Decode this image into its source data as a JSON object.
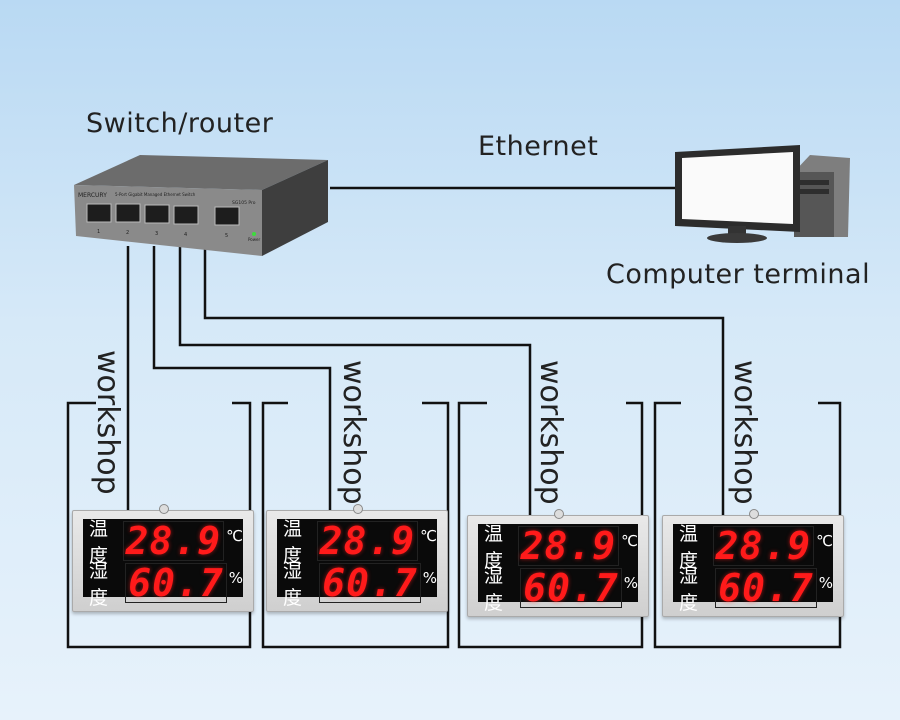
{
  "labels": {
    "switch": "Switch/router",
    "ethernet": "Ethernet",
    "computer": "Computer terminal"
  },
  "switch": {
    "brand": "MERCURY",
    "model": "SG105 Pro",
    "subtitle": "5-Port Gigabit Managed Ethernet Switch",
    "port_labels": [
      "1",
      "2",
      "3",
      "4",
      "5"
    ],
    "power_label": "Power"
  },
  "workshops": [
    {
      "label": "workshop",
      "display": {
        "temp_name": "温度",
        "temp_value": "28.9",
        "temp_unit": "℃",
        "hum_name": "湿度",
        "hum_value": "60.7",
        "hum_unit": "%"
      }
    },
    {
      "label": "workshop",
      "display": {
        "temp_name": "温度",
        "temp_value": "28.9",
        "temp_unit": "℃",
        "hum_name": "湿度",
        "hum_value": "60.7",
        "hum_unit": "%"
      }
    },
    {
      "label": "workshop",
      "display": {
        "temp_name": "温度",
        "temp_value": "28.9",
        "temp_unit": "℃",
        "hum_name": "湿度",
        "hum_value": "60.7",
        "hum_unit": "%"
      }
    },
    {
      "label": "workshop",
      "display": {
        "temp_name": "温度",
        "temp_value": "28.9",
        "temp_unit": "℃",
        "hum_name": "湿度",
        "hum_value": "60.7",
        "hum_unit": "%"
      }
    }
  ]
}
